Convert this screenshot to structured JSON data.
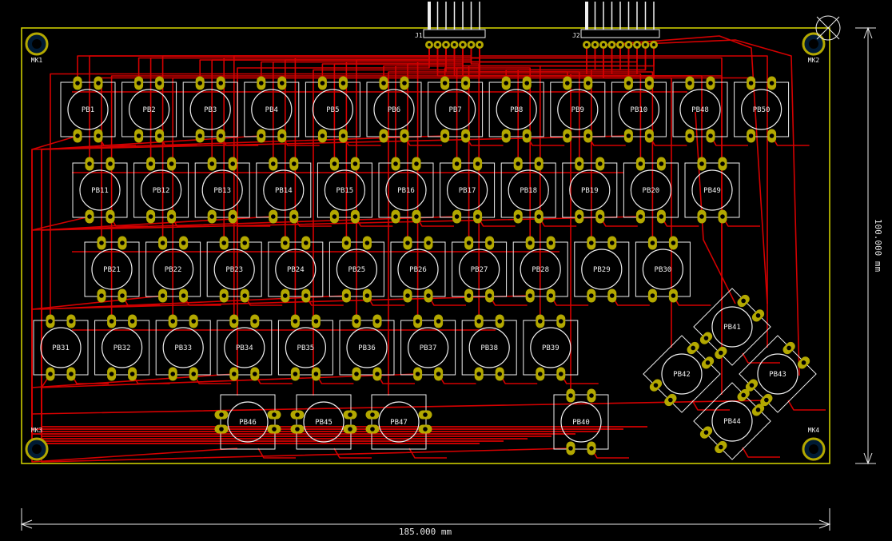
{
  "board": {
    "edge_color": "#d8d800",
    "silk_color": "#f0f0f0",
    "pad_color": "#b3a800",
    "trace_color": "#d40000",
    "hole_color": "#001a33",
    "dim_color": "#e8e8e8"
  },
  "dimensions": {
    "width_label": "185.000 mm",
    "height_label": "100.000 mm"
  },
  "connectors": [
    {
      "ref": "J1",
      "pins": 7
    },
    {
      "ref": "J2",
      "pins": 9
    }
  ],
  "mounting_holes": [
    "MK1",
    "MK2",
    "MK3",
    "MK4"
  ],
  "buttons": {
    "row1": [
      "PB1",
      "PB2",
      "PB3",
      "PB4",
      "PB5",
      "PB6",
      "PB7",
      "PB8",
      "PB9",
      "PB10",
      "PB48",
      "PB50"
    ],
    "row2": [
      "PB11",
      "PB12",
      "PB13",
      "PB14",
      "PB15",
      "PB16",
      "PB17",
      "PB18",
      "PB19",
      "PB20",
      "PB49"
    ],
    "row3": [
      "PB21",
      "PB22",
      "PB23",
      "PB24",
      "PB25",
      "PB26",
      "PB27",
      "PB28",
      "PB29",
      "PB30"
    ],
    "row4": [
      "PB31",
      "PB32",
      "PB33",
      "PB34",
      "PB35",
      "PB36",
      "PB37",
      "PB38",
      "PB39"
    ],
    "bottom_sideways": [
      "PB46",
      "PB45",
      "PB47"
    ],
    "bottom_single": [
      "PB40"
    ],
    "rotated": [
      "PB41",
      "PB42",
      "PB43",
      "PB44"
    ]
  }
}
